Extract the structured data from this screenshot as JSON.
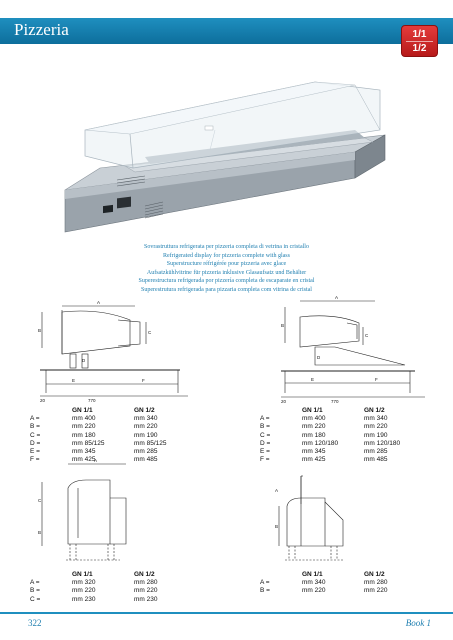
{
  "header": {
    "title": "Pizzeria",
    "badge_top": "1/1",
    "badge_bottom": "1/2"
  },
  "caption_lines": [
    "Sovrastruttura refrigerata per pizzeria completa di vetrina in cristallo",
    "Refrigerated display for pizzeria complete with glass",
    "Superstructure réfrigérée pour pizzeria avec glace",
    "Aufsatzkühlvitrine für pizzeria inklusive Glasaufsatz und Behälter",
    "Superestructura refrigerada por pizzería completa de escaparate en cristal",
    "Superestrutura refrigerada para pizzaria completa com vitrina de cristal"
  ],
  "drawings": {
    "dims_a": "A",
    "dims_b": "B",
    "dims_c": "C",
    "dims_d": "D",
    "dims_e": "E",
    "dims_f": "F",
    "dim_20": "20",
    "dim_770": "770"
  },
  "specs_top_left": {
    "headers": [
      "",
      "GN 1/1",
      "GN 1/2"
    ],
    "rows": [
      [
        "A =",
        "mm 400",
        "mm 340"
      ],
      [
        "B =",
        "mm 220",
        "mm 220"
      ],
      [
        "C =",
        "mm 180",
        "mm 190"
      ],
      [
        "D =",
        "mm 85/125",
        "mm 85/125"
      ],
      [
        "E =",
        "mm 345",
        "mm 285"
      ],
      [
        "F =",
        "mm 425",
        "mm 485"
      ]
    ]
  },
  "specs_top_right": {
    "headers": [
      "",
      "GN 1/1",
      "GN 1/2"
    ],
    "rows": [
      [
        "A =",
        "mm 400",
        "mm 340"
      ],
      [
        "B =",
        "mm 220",
        "mm 220"
      ],
      [
        "C =",
        "mm 180",
        "mm 190"
      ],
      [
        "D =",
        "mm 120/180",
        "mm 120/180"
      ],
      [
        "E =",
        "mm 345",
        "mm 285"
      ],
      [
        "F =",
        "mm 425",
        "mm 485"
      ]
    ]
  },
  "specs_bottom_left": {
    "headers": [
      "",
      "GN 1/1",
      "GN 1/2"
    ],
    "rows": [
      [
        "A =",
        "mm 320",
        "mm 280"
      ],
      [
        "B =",
        "mm 220",
        "mm 220"
      ],
      [
        "C =",
        "mm 230",
        "mm 230"
      ]
    ]
  },
  "specs_bottom_right": {
    "headers": [
      "",
      "GN 1/1",
      "GN 1/2"
    ],
    "rows": [
      [
        "A =",
        "mm 340",
        "mm 280"
      ],
      [
        "B =",
        "mm 220",
        "mm 220"
      ]
    ]
  },
  "footer": {
    "page_number": "322",
    "book": "Book 1"
  },
  "colors": {
    "brand_blue": "#1f8fbf",
    "badge_red": "#c62828"
  }
}
